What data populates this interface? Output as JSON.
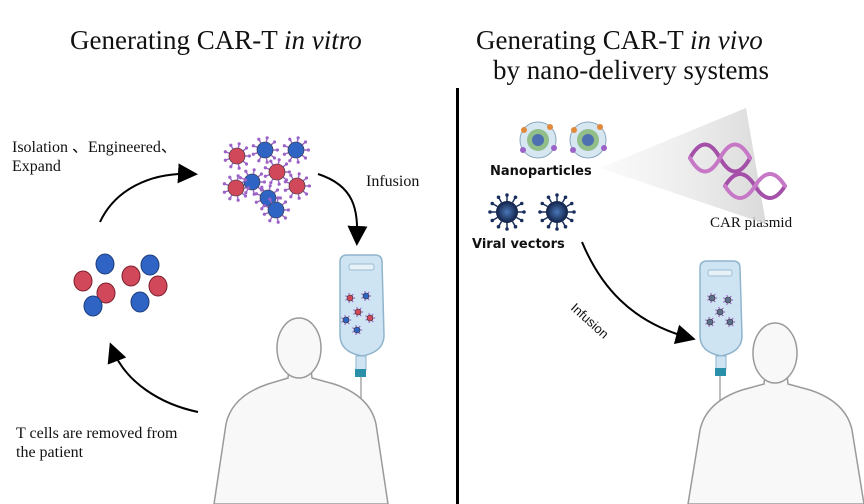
{
  "left": {
    "title_prefix": "Generating CAR-T ",
    "title_italic": "in vitro",
    "step_engineer_line1": "Isolation 、Engineered、",
    "step_engineer_line2": "Expand",
    "step_infusion": "Infusion",
    "step_removed_line1": "T cells are removed from",
    "step_removed_line2": "the patient"
  },
  "right": {
    "title_prefix": "Generating CAR-T ",
    "title_italic": "in vivo",
    "title_line2": "by nano-delivery systems",
    "nanoparticles": "Nanoparticles",
    "viral_vectors": "Viral vectors",
    "car_plasmid": "CAR plasmid",
    "infusion": "Infusion"
  },
  "colors": {
    "red_cell": "#d0485a",
    "blue_cell": "#2f63c4",
    "car_receptor": "#9b63c7",
    "virus": "#1a2f5c",
    "plasmid": "#a44fa8",
    "body_outline": "#9a9a9a",
    "bag_liquid": "#cfe4f3"
  }
}
